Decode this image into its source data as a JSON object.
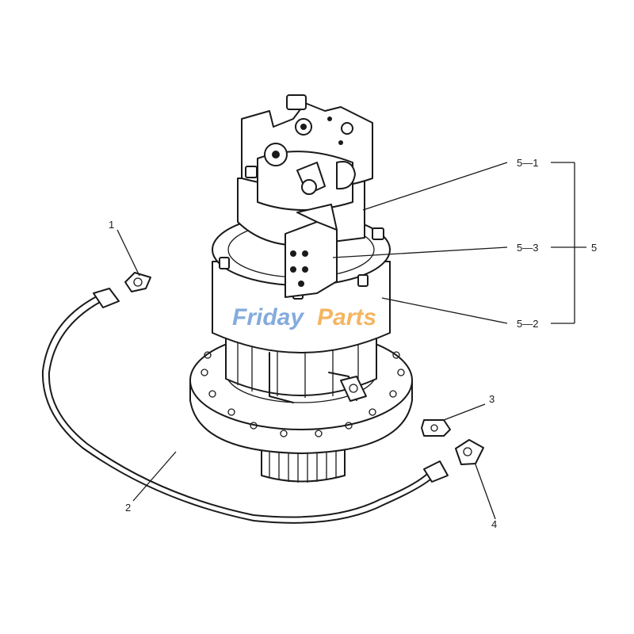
{
  "diagram": {
    "callouts": {
      "c1": "1",
      "c2": "2",
      "c3": "3",
      "c4": "4",
      "c5": "5",
      "c5_1": "5—1",
      "c5_2": "5—2",
      "c5_3": "5—3"
    },
    "watermark": {
      "part1": "Friday",
      "part2": "Parts"
    }
  }
}
